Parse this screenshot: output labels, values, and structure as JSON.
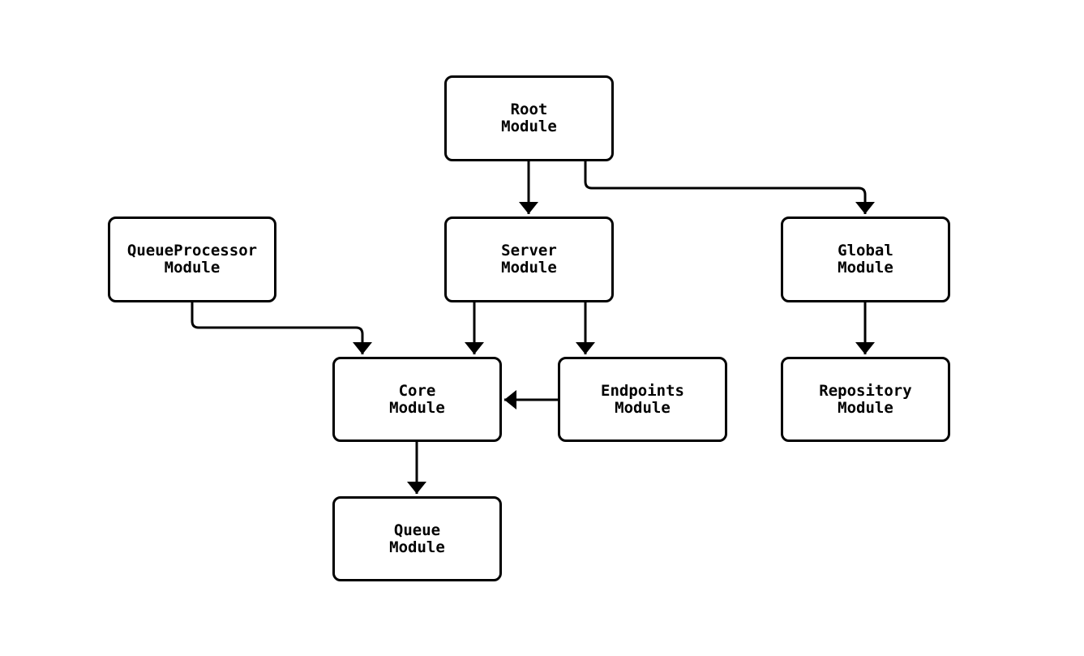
{
  "diagram": {
    "type": "module-dependency-flowchart",
    "background_color": "#ffffff",
    "node_fill_color": "#ffffff",
    "node_border_color": "#000000",
    "edge_color": "#000000",
    "nodes": [
      {
        "id": "root",
        "label": "Root\nModule"
      },
      {
        "id": "queueprocessor",
        "label": "QueueProcessor\nModule"
      },
      {
        "id": "server",
        "label": "Server\nModule"
      },
      {
        "id": "global",
        "label": "Global\nModule"
      },
      {
        "id": "core",
        "label": "Core\nModule"
      },
      {
        "id": "endpoints",
        "label": "Endpoints\nModule"
      },
      {
        "id": "repository",
        "label": "Repository\nModule"
      },
      {
        "id": "queue",
        "label": "Queue\nModule"
      }
    ],
    "edges": [
      {
        "from": "Root Module",
        "to": "Server Module"
      },
      {
        "from": "Root Module",
        "to": "Global Module"
      },
      {
        "from": "QueueProcessor Module",
        "to": "Core Module"
      },
      {
        "from": "Server Module",
        "to": "Core Module"
      },
      {
        "from": "Server Module",
        "to": "Endpoints Module"
      },
      {
        "from": "Endpoints Module",
        "to": "Core Module"
      },
      {
        "from": "Global Module",
        "to": "Repository Module"
      },
      {
        "from": "Core Module",
        "to": "Queue Module"
      }
    ]
  }
}
